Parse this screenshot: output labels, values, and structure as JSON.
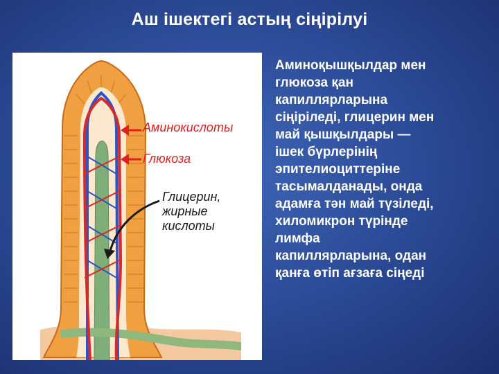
{
  "title": "Аш ішектегі астың сіңірілуі",
  "labels": {
    "amino": "Аминокислоты",
    "glucose": "Глюкоза",
    "glycerol": "Глицерин,\nжирные\nкислоты"
  },
  "body_text": "Аминоқышқылдар мен\nглюкоза қан\nкапиллярларына\nсіңіріледі, глицерин мен\nмай қышқылдары  —\nішек бүрлерінің\nэпителиоциттеріне\nтасымалданады, онда\nадамға тән май түзіледі,\nхиломикрон түрінде\nлимфа\nкапиллярларына, одан\nқанға өтіп ағзаға сіңеді",
  "colors": {
    "epithelium": "#f0a040",
    "epithelium_edge": "#c86a18",
    "artery": "#d42a2a",
    "vein": "#2a54c8",
    "lacteal": "#7fae78",
    "arrow_red": "#e02020",
    "arrow_dark": "#1a1a1a"
  }
}
